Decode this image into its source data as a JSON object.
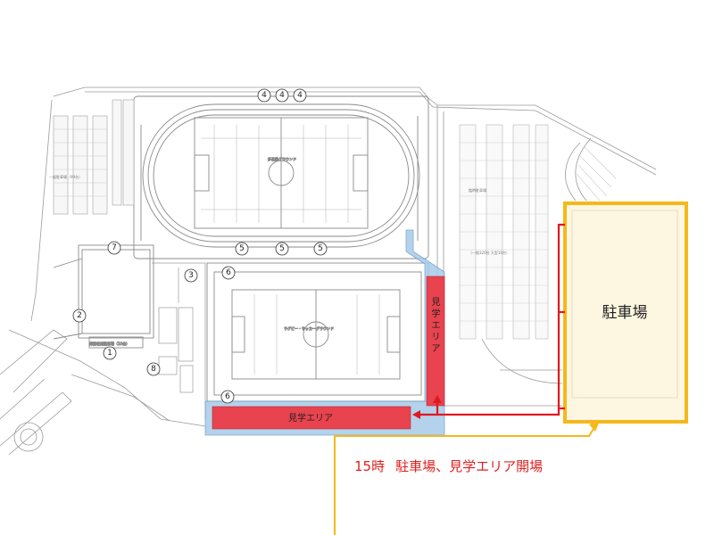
{
  "labels": {
    "parking_main": "駐車場",
    "viewing_area": "見学エリア",
    "caption_time": "15時",
    "caption_text": "駐車場、見学エリア開場"
  },
  "markers": [
    "1",
    "2",
    "3",
    "4",
    "4",
    "4",
    "5",
    "5",
    "5",
    "6",
    "6",
    "7",
    "8"
  ],
  "colors": {
    "viewing_fill": "#e8434f",
    "viewing_zone": "#a8cbe8",
    "arrow": "#e0181f",
    "parking_border": "#f5b81c",
    "parking_fill": "#fdf6e1",
    "caption": "#e02020"
  }
}
